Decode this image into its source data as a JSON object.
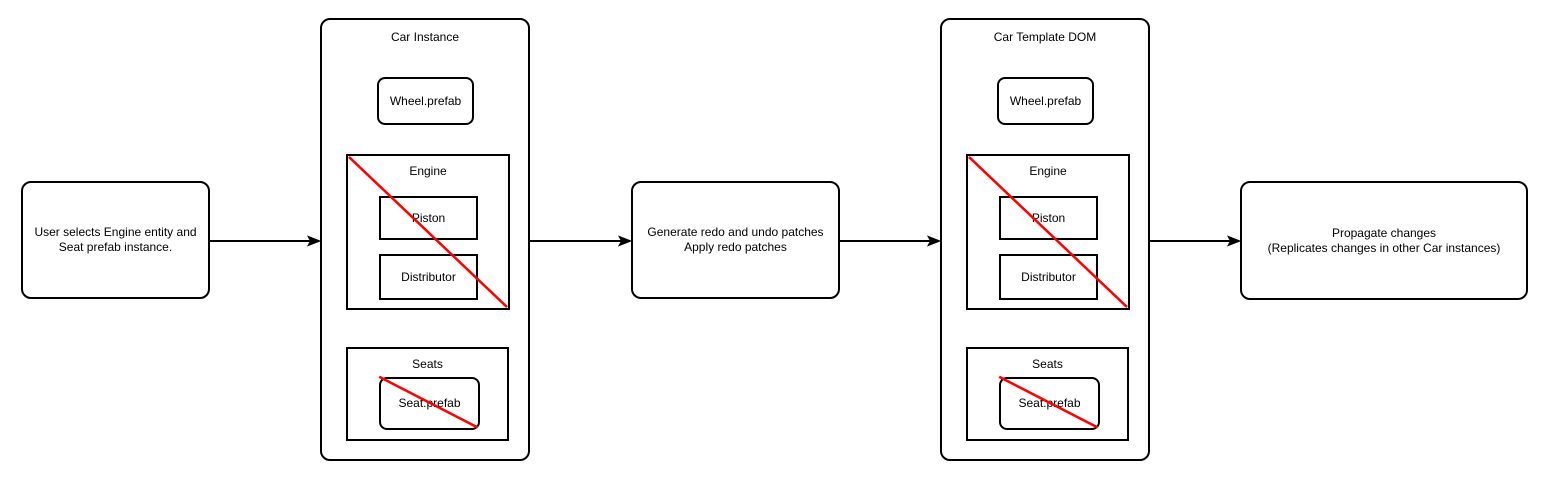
{
  "colors": {
    "stroke": "#000000",
    "strike": "#ff0000",
    "canvas": "#ffffff"
  },
  "nodes": {
    "start": {
      "text": "User selects Engine entity and\nSeat prefab instance."
    },
    "car_instance": {
      "title": "Car Instance",
      "wheel_label": "Wheel.prefab",
      "engine": {
        "title": "Engine",
        "piston_label": "Piston",
        "distributor_label": "Distributor"
      },
      "seats": {
        "title": "Seats",
        "seat_label": "Seat.prefab"
      }
    },
    "patches": {
      "text": "Generate redo and undo patches\nApply redo patches"
    },
    "car_template": {
      "title": "Car Template DOM",
      "wheel_label": "Wheel.prefab",
      "engine": {
        "title": "Engine",
        "piston_label": "Piston",
        "distributor_label": "Distributor"
      },
      "seats": {
        "title": "Seats",
        "seat_label": "Seat.prefab"
      }
    },
    "propagate": {
      "text": "Propagate changes\n(Replicates changes in other Car instances)"
    }
  }
}
